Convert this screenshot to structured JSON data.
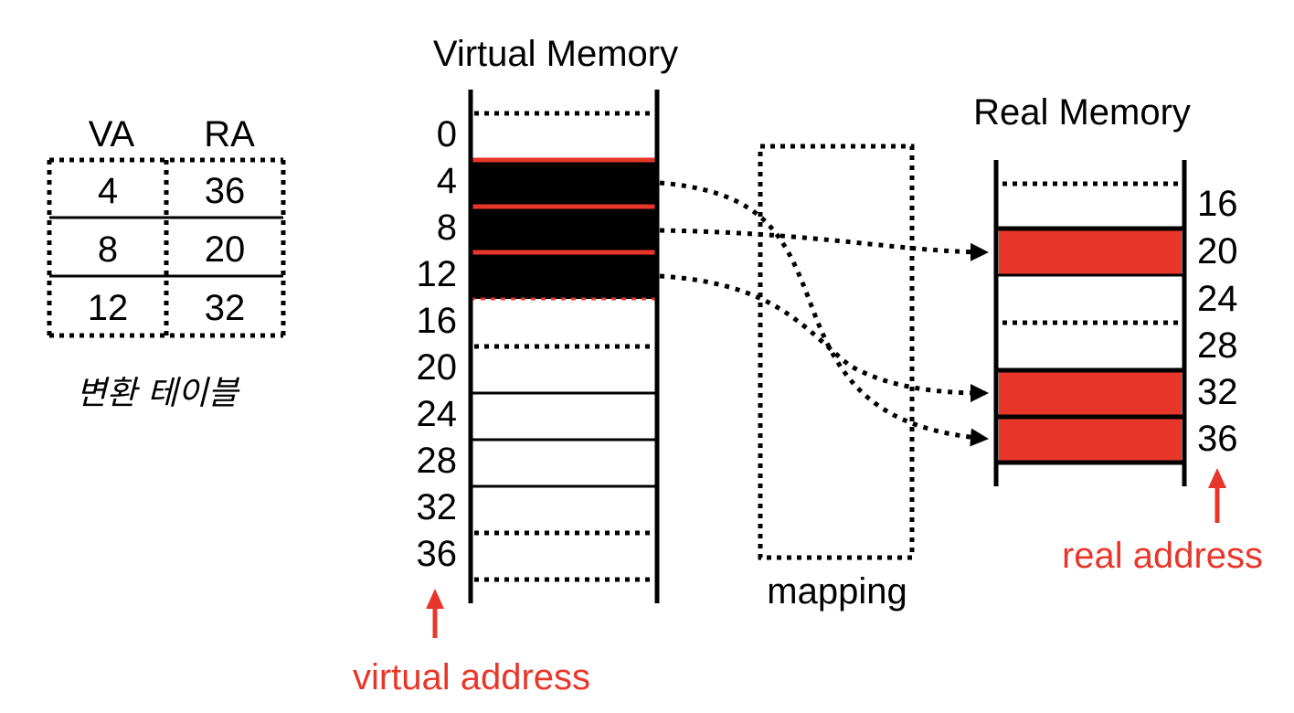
{
  "translation_table": {
    "headers": [
      "VA",
      "RA"
    ],
    "rows": [
      {
        "va": "4",
        "ra": "36"
      },
      {
        "va": "8",
        "ra": "20"
      },
      {
        "va": "12",
        "ra": "32"
      }
    ],
    "caption": "변환 테이블"
  },
  "virtual_memory": {
    "title": "Virtual Memory",
    "addresses": [
      "0",
      "4",
      "8",
      "12",
      "16",
      "20",
      "24",
      "28",
      "32",
      "36"
    ],
    "highlighted_addresses": [
      "4",
      "8",
      "12"
    ],
    "pointer_label": "virtual address"
  },
  "mapping": {
    "label": "mapping",
    "links": [
      {
        "from": "4",
        "to": "36"
      },
      {
        "from": "8",
        "to": "20"
      },
      {
        "from": "12",
        "to": "32"
      }
    ]
  },
  "real_memory": {
    "title": "Real Memory",
    "addresses": [
      "16",
      "20",
      "24",
      "28",
      "32",
      "36"
    ],
    "highlighted_addresses": [
      "20",
      "32",
      "36"
    ],
    "pointer_label": "real address"
  },
  "colors": {
    "accent_red": "#e8372a",
    "block_black": "#000000",
    "line": "#000000"
  }
}
